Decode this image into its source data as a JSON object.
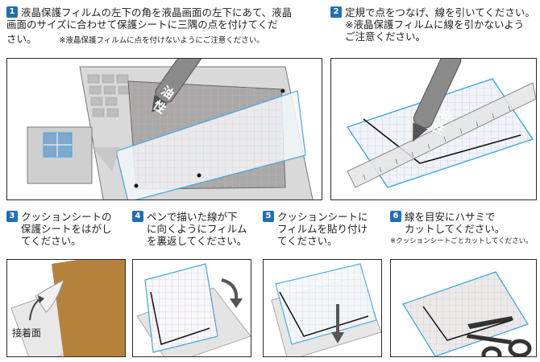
{
  "steps": [
    {
      "num": "1",
      "text_l1": "液晶保護フィルムの左下の角を液晶画面の左下にあて、液晶",
      "text_l2": "画面のサイズに合わせて保護シートに三隅の点を付けてくだ",
      "text_l3": "さい。",
      "note": "※液晶保護フィルムに点を付けないようにご注意ください。"
    },
    {
      "num": "2",
      "text_l1": "定規で点をつなげ、線を引いてください。",
      "note_l1": "※液晶保護フィルムに線を引かないよう",
      "note_l2": "ご注意ください。"
    },
    {
      "num": "3",
      "text_l1": "クッションシートの",
      "text_l2": "保護シートをはがし",
      "text_l3": "てください。"
    },
    {
      "num": "4",
      "text_l1": "ペンで描いた線が下",
      "text_l2": "に向くようにフィルム",
      "text_l3": "を裏返してください。"
    },
    {
      "num": "5",
      "text_l1": "クッションシートに",
      "text_l2": "フィルムを貼り付け",
      "text_l3": "てください。"
    },
    {
      "num": "6",
      "text_l1": "線を目安にハサミで",
      "text_l2": "カットしてください。",
      "note": "※クッションシートごとカットしてください。"
    }
  ],
  "pen_label_1": "油",
  "pen_label_2": "性",
  "adhesive_label": "接着面",
  "colors": {
    "step_number_bg": "#1f6fb5",
    "grid_blue": "#3aa7e0",
    "grid_red": "#e88a8a",
    "adhesive": "#b5823c",
    "pen": "#8a8a8a"
  }
}
